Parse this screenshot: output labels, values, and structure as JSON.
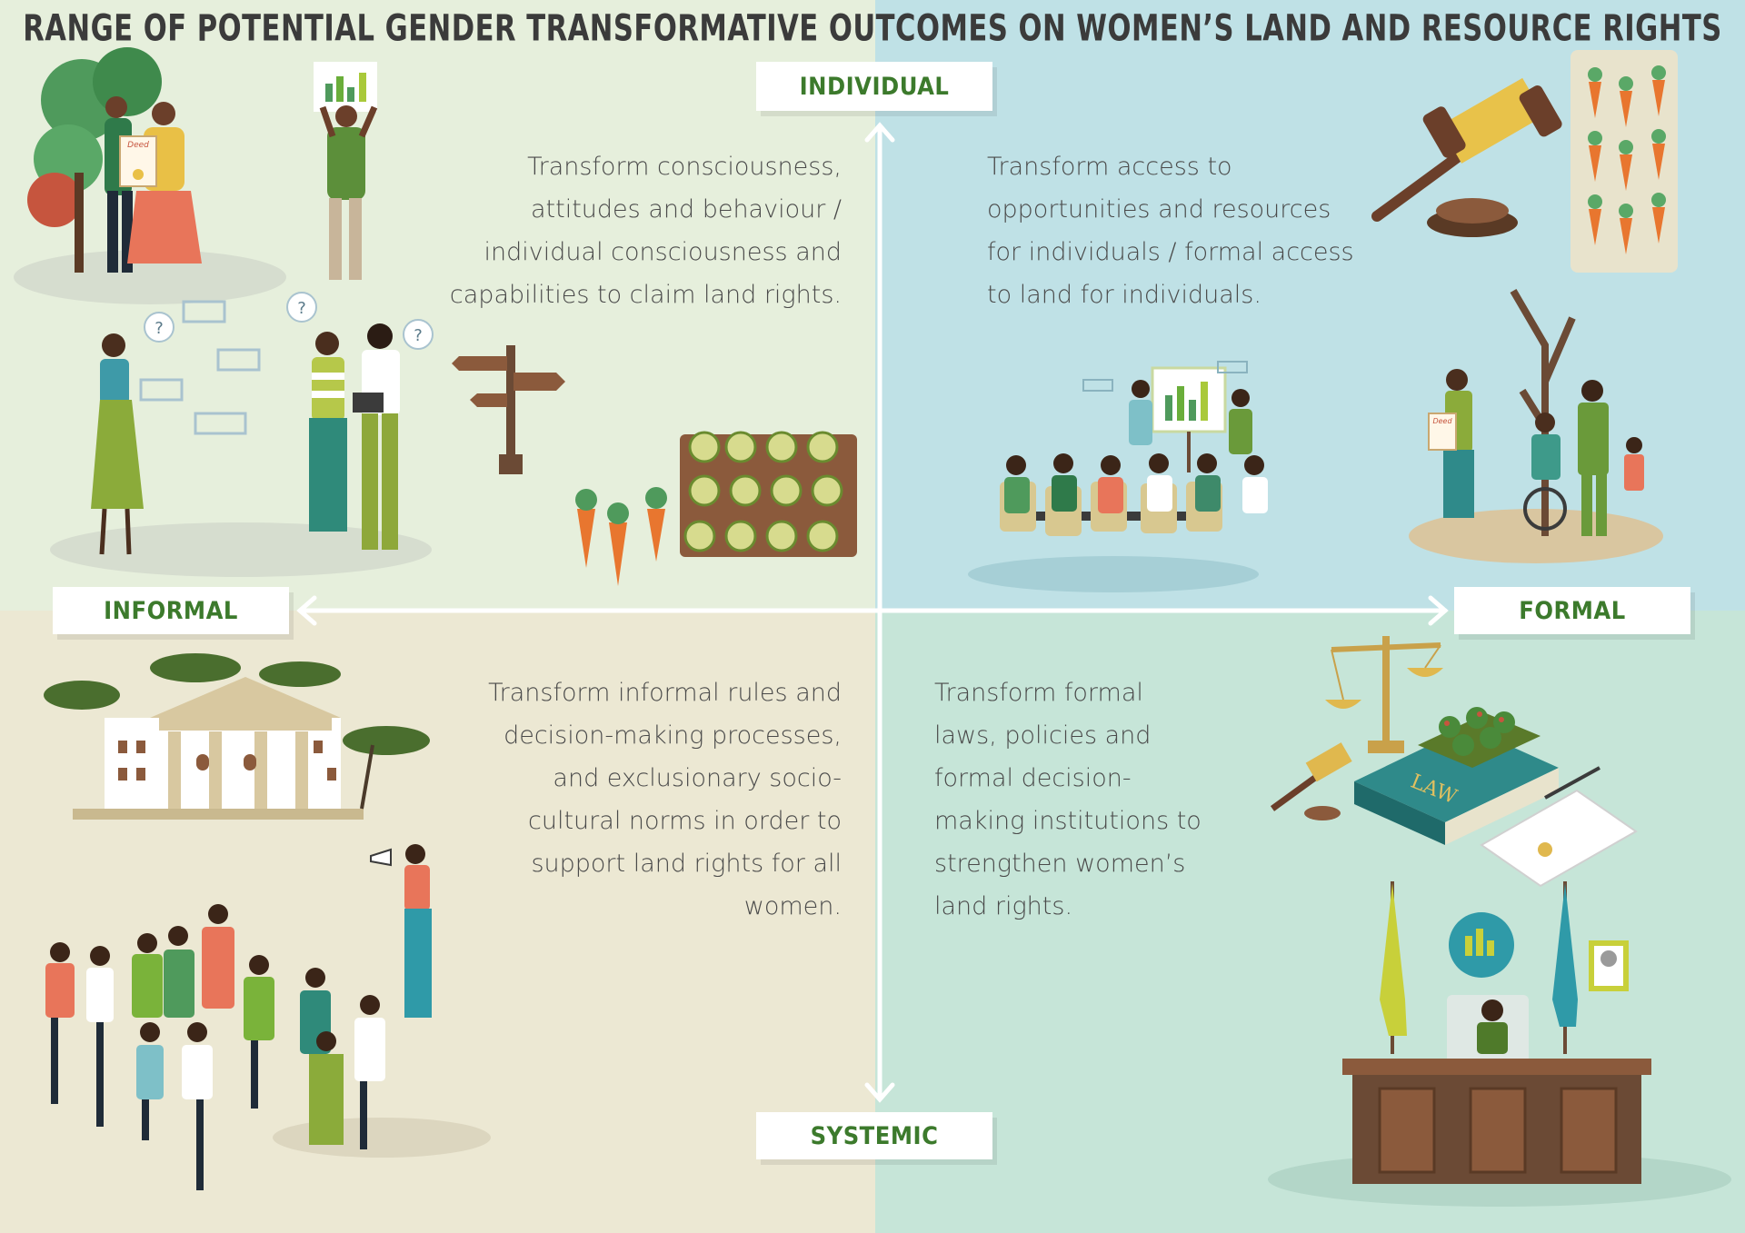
{
  "title": "RANGE OF POTENTIAL GENDER TRANSFORMATIVE OUTCOMES ON WOMEN’S LAND AND RESOURCE RIGHTS",
  "axis_labels": {
    "top": "INDIVIDUAL",
    "bottom": "SYSTEMIC",
    "left": "INFORMAL",
    "right": "FORMAL"
  },
  "quadrants": {
    "individual_informal": "Transform consciousness,\nattitudes and behaviour /\nindividual consciousness and\ncapabilities to claim land rights.",
    "individual_formal": "Transform access to\nopportunities and resources\nfor individuals / formal access\nto land for individuals.",
    "systemic_informal": "Transform informal rules and\ndecision-making processes,\nand exclusionary socio-\ncultural norms in order to\nsupport land rights for all\nwomen.",
    "systemic_formal": "Transform formal\nlaws, policies and\nformal decision-\nmaking institutions to\nstrengthen women’s\nland rights."
  },
  "illustration_text": {
    "deed_left": "Deed",
    "deed_right": "Deed",
    "law_book": "LAW"
  },
  "colors": {
    "individual_informal_bg": "#e6efdc",
    "individual_formal_bg": "#bfe1e6",
    "systemic_informal_bg": "#ece8d3",
    "systemic_formal_bg": "#c6e5d8",
    "label_text": "#3c7a2c",
    "axis": "#ffffff"
  }
}
